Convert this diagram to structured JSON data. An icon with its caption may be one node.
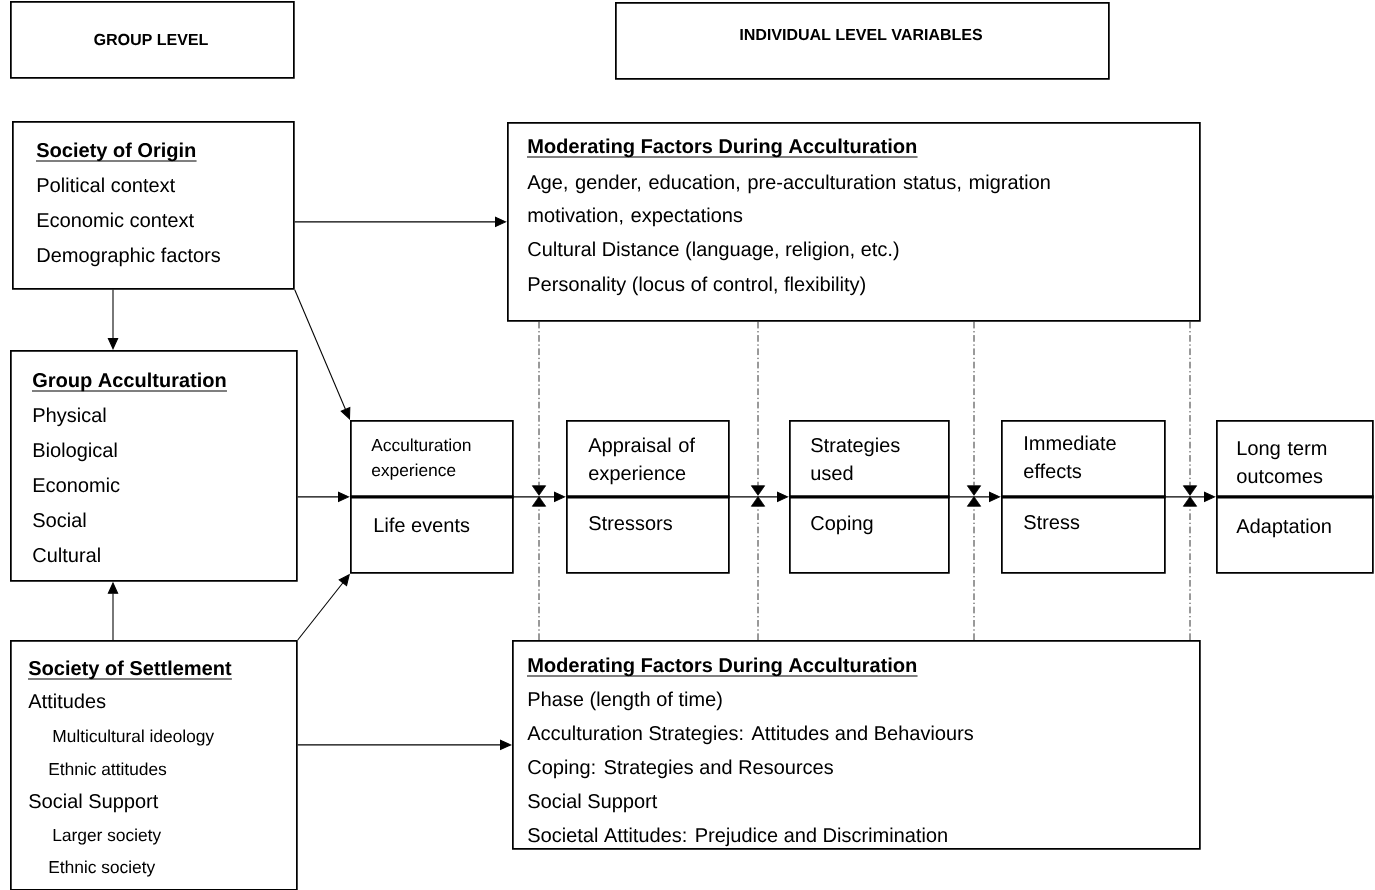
{
  "diagram": {
    "nodes": [
      {
        "text": [
          "GROUP LEVEL"
        ]
      },
      {
        "text": [
          "INDIVIDUAL LEVEL VARIABLES"
        ]
      },
      {
        "text": [
          "Society of Origin",
          "Political context",
          "Economic context",
          "Demographic factors"
        ]
      },
      {
        "text": [
          "Moderating Factors During Acculturation",
          "Age, gender, education, pre-acculturation status, migration motivation, expectations",
          "Cultural Distance (language, religion, etc.)",
          "Personality (locus of control, flexibility)"
        ]
      },
      {
        "text": [
          "Group Acculturation",
          "Physical",
          "Biological",
          "Economic",
          "Social",
          "Cultural"
        ]
      },
      {
        "text": [
          "Acculturation experience",
          "Life events"
        ]
      },
      {
        "text": [
          "Appraisal of experience",
          "Stressors"
        ]
      },
      {
        "text": [
          "Strategies used",
          "Coping"
        ]
      },
      {
        "text": [
          "Immediate effects",
          "Stress"
        ]
      },
      {
        "text": [
          "Long term outcomes",
          "Adaptation"
        ]
      },
      {
        "text": [
          "Society of Settlement",
          "Attitudes",
          "Multicultural ideology",
          "Ethnic attitudes",
          "Social Support",
          "Larger society",
          "Ethnic society"
        ]
      },
      {
        "text": [
          "Moderating Factors During Acculturation",
          "Phase (length of time)",
          "Acculturation Strategies: Attitudes and Behaviours",
          "Coping: Strategies and Resources",
          "Social Support",
          "Societal Attitudes: Prejudice and Discrimination"
        ]
      }
    ],
    "edges": [
      {
        "from": 2,
        "to": 3,
        "arrow": "to"
      },
      {
        "from": 2,
        "to": 4,
        "arrow": "to"
      },
      {
        "from": 2,
        "to": 5,
        "arrow": "to"
      },
      {
        "from": 4,
        "to": 5,
        "arrow": "to"
      },
      {
        "from": 10,
        "to": 4,
        "arrow": "to"
      },
      {
        "from": 10,
        "to": 5,
        "arrow": "to"
      },
      {
        "from": 10,
        "to": 11,
        "arrow": "to"
      },
      {
        "from": 5,
        "to": 6,
        "arrow": "to"
      },
      {
        "from": 6,
        "to": 7,
        "arrow": "to"
      },
      {
        "from": 7,
        "to": 8,
        "arrow": "to"
      },
      {
        "from": 8,
        "to": 9,
        "arrow": "to"
      },
      {
        "from": 3,
        "to": null,
        "arrow": "to",
        "style": "dashed"
      },
      {
        "from": 11,
        "to": null,
        "arrow": "to",
        "style": "dashed"
      },
      {
        "from": 3,
        "to": null,
        "arrow": "to",
        "style": "dashed"
      },
      {
        "from": 11,
        "to": null,
        "arrow": "to",
        "style": "dashed"
      },
      {
        "from": 3,
        "to": null,
        "arrow": "to",
        "style": "dashed"
      },
      {
        "from": 11,
        "to": null,
        "arrow": "to",
        "style": "dashed"
      },
      {
        "from": 3,
        "to": null,
        "arrow": "to",
        "style": "dashed"
      },
      {
        "from": 11,
        "to": null,
        "arrow": "to",
        "style": "dashed"
      }
    ]
  }
}
